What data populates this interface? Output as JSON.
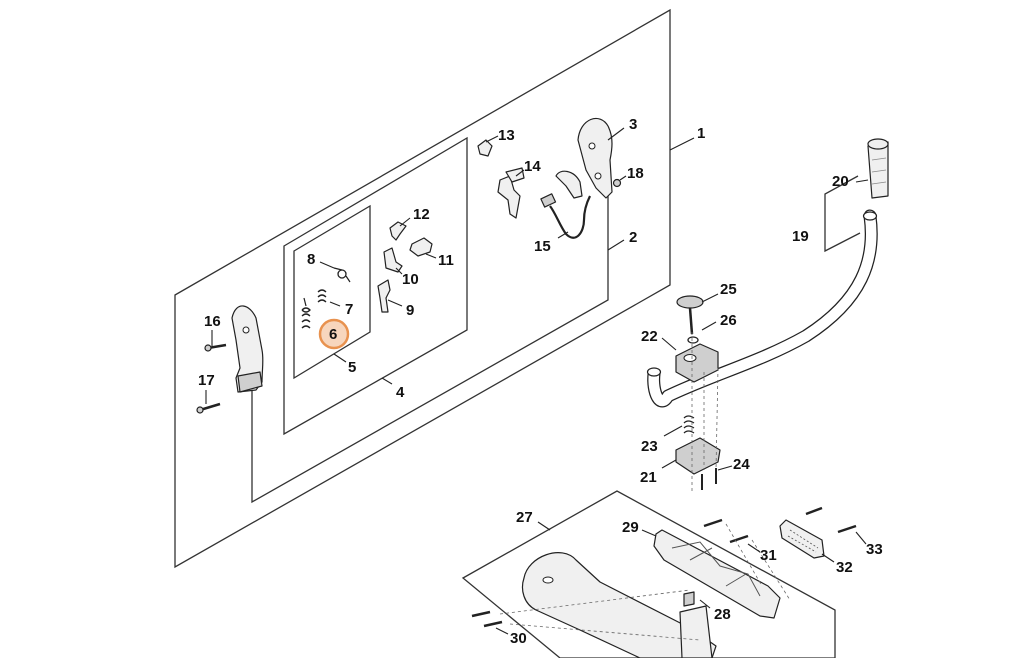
{
  "colors": {
    "highlight_fill": "#f7d6bd",
    "highlight_stroke": "#e8924f",
    "line": "#222222"
  },
  "highlighted": "6",
  "labels": {
    "n1": "1",
    "n2": "2",
    "n3": "3",
    "n4": "4",
    "n5": "5",
    "n6": "6",
    "n7": "7",
    "n8": "8",
    "n9": "9",
    "n10": "10",
    "n11": "11",
    "n12": "12",
    "n13": "13",
    "n14": "14",
    "n15": "15",
    "n16": "16",
    "n17": "17",
    "n18": "18",
    "n19": "19",
    "n20": "20",
    "n21": "21",
    "n22": "22",
    "n23": "23",
    "n24": "24",
    "n25": "25",
    "n26": "26",
    "n27": "27",
    "n28": "28",
    "n29": "29",
    "n30": "30",
    "n31": "31",
    "n32": "32",
    "n33": "33"
  }
}
